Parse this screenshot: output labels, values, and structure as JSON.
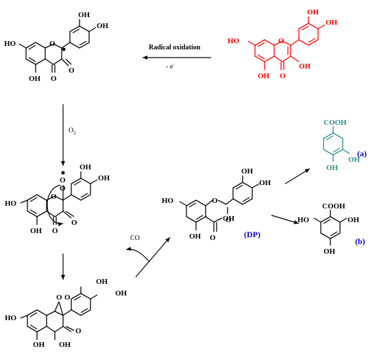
{
  "colors": {
    "quercetin": "#ff0000",
    "product_a": "#2f8a8a",
    "tag": "#0000cc",
    "default": "#000000"
  },
  "conditions": {
    "radical_oxidation": "Radical oxidation",
    "electron_loss": "- e",
    "electron_superscript": "-",
    "oxygen": "O",
    "oxygen_subscript": "2",
    "co": "CO"
  },
  "atoms": {
    "oh": "OH",
    "ho": "HO",
    "o": "O",
    "cooh": "COOH"
  },
  "tags": {
    "dp": "(DP)",
    "a": "(a)",
    "b": "(b)"
  }
}
